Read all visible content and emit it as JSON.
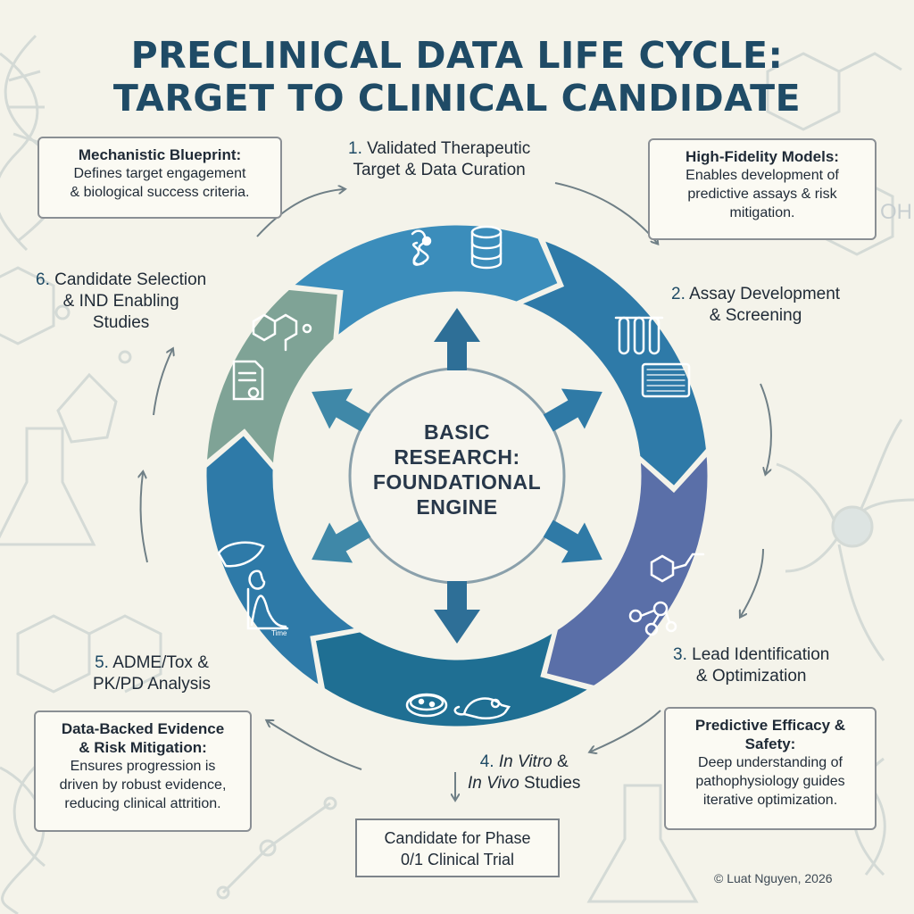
{
  "title": {
    "line1": "PRECLINICAL DATA LIFE CYCLE:",
    "line2": "TARGET TO CLINICAL CANDIDATE"
  },
  "hub": {
    "lines": [
      "BASIC",
      "RESEARCH:",
      "FOUNDATIONAL",
      "ENGINE"
    ]
  },
  "steps": {
    "s1": {
      "num": "1.",
      "line1": "Validated Therapeutic",
      "line2": "Target & Data Curation"
    },
    "s2": {
      "num": "2.",
      "line1": "Assay Development",
      "line2": "& Screening"
    },
    "s3": {
      "num": "3.",
      "line1": "Lead Identification",
      "line2": "& Optimization"
    },
    "s4": {
      "num": "4.",
      "line1_italic": "In Vitro",
      "line1_rest": " &",
      "line2_italic": "In Vivo",
      "line2_rest": " Studies"
    },
    "s5": {
      "num": "5.",
      "line1": "ADME/Tox &",
      "line2": "PK/PD Analysis"
    },
    "s6": {
      "num": "6.",
      "line1": "Candidate Selection",
      "line2": "& IND Enabling",
      "line3": "Studies"
    }
  },
  "callouts": {
    "mechanistic": {
      "head": "Mechanistic Blueprint:",
      "line1": "Defines target engagement",
      "line2": "& biological success criteria."
    },
    "models": {
      "head": "High-Fidelity Models:",
      "line1": "Enables development of",
      "line2": "predictive assays & risk",
      "line3": "mitigation."
    },
    "efficacy": {
      "head1": "Predictive Efficacy &",
      "head2": "Safety:",
      "line1": "Deep understanding of",
      "line2": "pathophysiology guides",
      "line3": "iterative optimization."
    },
    "evidence": {
      "head1": "Data-Backed Evidence",
      "head2": "& Risk Mitigation:",
      "line1": "Ensures progression is",
      "line2": "driven by robust evidence,",
      "line3": "reducing clinical attrition."
    }
  },
  "final": {
    "line1": "Candidate for Phase",
    "line2": "0/1 Clinical Trial"
  },
  "graph_axis_label": "Time",
  "copyright": "© Luat Nguyen, 2026",
  "chem_label": "OH",
  "colors": {
    "title": "#1f4b66",
    "seg_light_blue": "#3b8dbb",
    "seg_mid_blue": "#2e7aa8",
    "seg_purple": "#5a6fa8",
    "seg_dark": "#1f6f93",
    "seg_sage": "#7fa396",
    "background": "#f4f3ea"
  },
  "icons": [
    "protein-icon",
    "database-icon",
    "test-tubes-icon",
    "plate-icon",
    "molecule-icon",
    "petri-dish-icon",
    "mouse-icon",
    "liver-icon",
    "kidney-icon",
    "pk-curve-icon",
    "document-icon",
    "compound-icon"
  ]
}
